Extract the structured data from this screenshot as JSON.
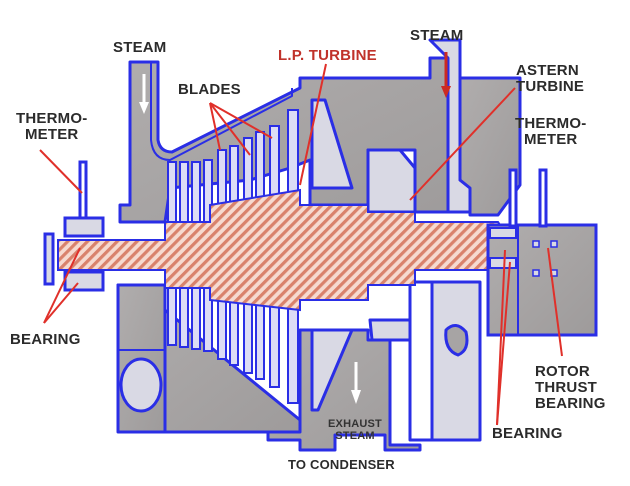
{
  "diagram": {
    "subject": "Steam turbine cross-section",
    "colors": {
      "outline": "#2a2ee6",
      "casing_fill": "#a7a4a4",
      "passage_fill": "#d9d9e4",
      "rotor_hatch": "#e79a84",
      "rotor_bg": "#f6dad0",
      "leader_line": "#e0302a",
      "arrow_white": "#ffffff",
      "arrow_red": "#cc2a22",
      "label_text": "#2b2b2b"
    },
    "labels": {
      "steam_left": "STEAM",
      "steam_right": "STEAM",
      "blades": "BLADES",
      "lp_turbine": "L.P. TURBINE",
      "astern_turbine": "ASTERN\nTURBINE",
      "thermometer_left": "THERMO-\nMETER",
      "thermometer_right": "THERMO-\nMETER",
      "bearing_left": "BEARING",
      "bearing_right": "BEARING",
      "rotor_thrust_bearing": "ROTOR\nTHRUST\nBEARING",
      "exhaust_steam": "EXHAUST\nSTEAM",
      "to_condenser": "TO CONDENSER"
    }
  }
}
